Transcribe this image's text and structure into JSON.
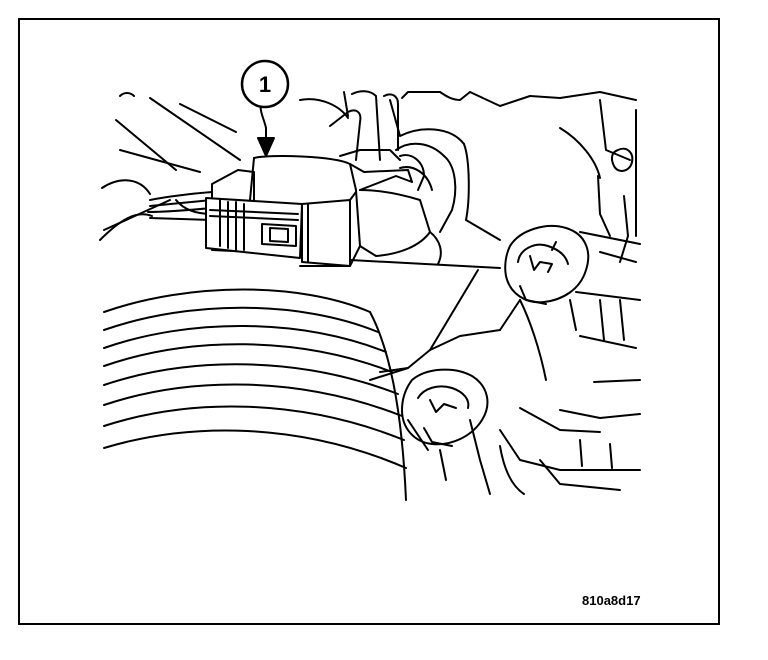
{
  "figure": {
    "callout_number": "1",
    "figure_code": "810a8d17"
  },
  "colors": {
    "ink": "#000000",
    "paper": "#ffffff"
  },
  "icons": {
    "callout": "circled-number",
    "arrow": "down-arrow",
    "part": "electrical-connector"
  }
}
